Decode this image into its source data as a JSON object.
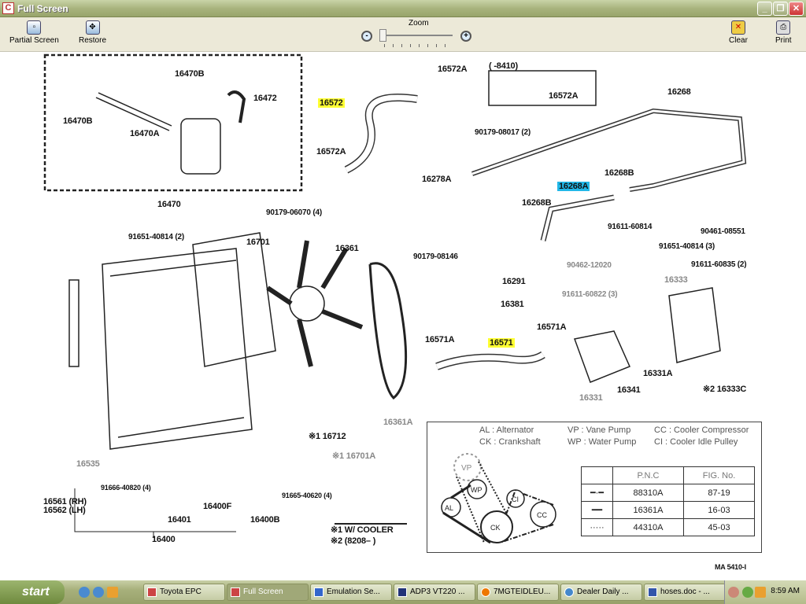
{
  "window": {
    "title": "Full Screen",
    "icon": "toyota-epc-icon"
  },
  "toolbar": {
    "partial_screen": "Partial Screen",
    "restore": "Restore",
    "zoom": "Zoom",
    "zoom_level_fraction": 0.0,
    "clear": "Clear",
    "print": "Print"
  },
  "labels": [
    "16470B",
    "16472",
    "16470B",
    "16470A",
    "16470",
    "16572",
    "16572A",
    "(      -8410)",
    "16572A",
    "16268",
    "16572A",
    "90179-08017 (2)",
    "16278A",
    "16268A",
    "16268B",
    "16268B",
    "90179-06070 (4)",
    "91651-40814 (2)",
    "16701",
    "16361",
    "91611-60814",
    "90461-08551",
    "91651-40814 (3)",
    "90179-08146",
    "90462-12020",
    "91611-60835 (2)",
    "16291",
    "16333",
    "16381",
    "91611-60822 (3)",
    "16571A",
    "16571",
    "16571A",
    "16331A",
    "16341",
    "16331",
    "※2 16333C",
    "16361A",
    "※1 16712",
    "※1 16701A",
    "16535",
    "91666-40820 (4)",
    "91665-40620 (4)",
    "16561 (RH)",
    "16562 (LH)",
    "16400F",
    "16401",
    "16400B",
    "16400",
    "※1 W/ COOLER",
    "※2 (8208–       )",
    "MA 5410-I"
  ],
  "legend": {
    "abbr": [
      "AL : Alternator",
      "VP : Vane Pump",
      "CC : Cooler Compressor",
      "CK : Crankshaft",
      "WP : Water Pump",
      "CI : Cooler Idle Pulley"
    ],
    "pulleys": [
      "VP",
      "WP",
      "AL",
      "CI",
      "CC",
      "CK"
    ],
    "table": {
      "headers": [
        "",
        "P.N.C",
        "FIG. No."
      ],
      "rows": [
        {
          "pnc": "88310A",
          "fig": "87-19",
          "line": "dash-dot"
        },
        {
          "pnc": "16361A",
          "fig": "16-03",
          "line": "solid"
        },
        {
          "pnc": "44310A",
          "fig": "45-03",
          "line": "dotted"
        }
      ]
    }
  },
  "taskbar": {
    "start": "start",
    "tasks": [
      "Toyota EPC",
      "Full Screen",
      "Emulation Se...",
      "ADP3 VT220 ...",
      "7MGTEIDLEU...",
      "Dealer Daily ...",
      "hoses.doc - ..."
    ],
    "active_task": 1,
    "clock": "8:59 AM"
  }
}
